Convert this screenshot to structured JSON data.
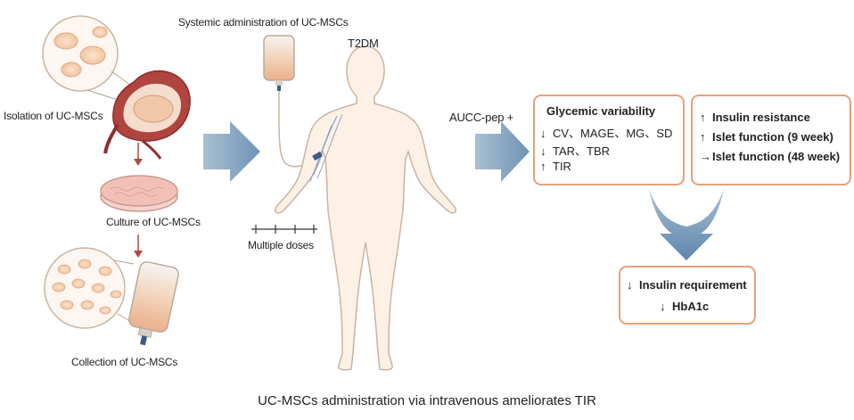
{
  "labels": {
    "systemic": "Systemic administration of UC-MSCs",
    "t2dm": "T2DM",
    "isolation": "Isolation of UC-MSCs",
    "culture": "Culture of UC-MSCs",
    "collection": "Collection of UC-MSCs",
    "doses": "Multiple doses",
    "aucc": "AUCC-pep +"
  },
  "box_variability": {
    "title": "Glycemic variability",
    "rows": [
      {
        "arrow": "↓",
        "text": "CV、MAGE、MG、SD"
      },
      {
        "arrow": "↓",
        "text": "TAR、TBR"
      },
      {
        "arrow": "↑",
        "text": "TIR"
      }
    ]
  },
  "box_insulin": {
    "rows": [
      {
        "arrow": "↑",
        "text": "Insulin resistance"
      },
      {
        "arrow": "↑",
        "text": "Islet function (9 week)"
      },
      {
        "arrow": "→",
        "text": "Islet function (48 week)"
      }
    ]
  },
  "box_requirement": {
    "rows": [
      {
        "arrow": "↓",
        "text": "Insulin requirement"
      },
      {
        "arrow": "↓",
        "text": "HbA1c"
      }
    ]
  },
  "caption": "UC-MSCs administration via intravenous ameliorates TIR",
  "colors": {
    "box_border": "#e7a07a",
    "flow_arrow": "#7f9fbd",
    "skin": "#fdf1e6",
    "outline": "#c9b4a3",
    "cell": "#f3c7a5",
    "uterus": "#a33b3b"
  },
  "icons": [
    "placenta-uterus-icon",
    "petri-dish-icon",
    "iv-bag-icon",
    "human-body-icon",
    "syringe-icon"
  ]
}
